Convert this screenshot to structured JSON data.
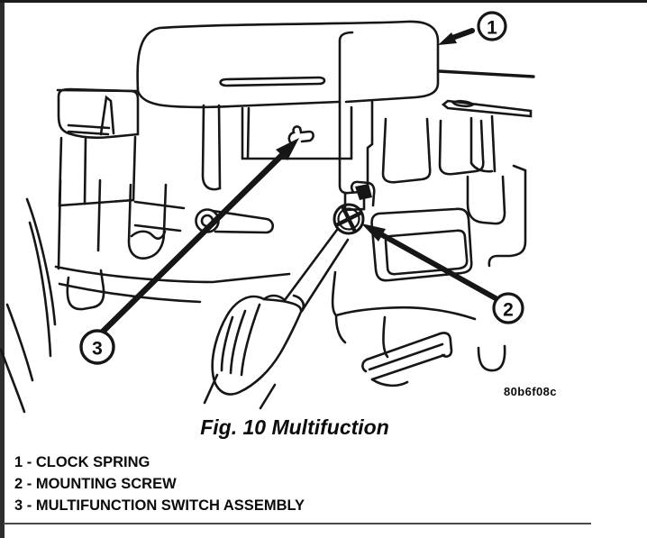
{
  "page": {
    "background": "#ffffff",
    "line_color": "#161616",
    "left_border_color": "#2e2e2e",
    "top_border_color": "#1c1c1c",
    "bottom_rule_color": "#4a4a4a"
  },
  "figure": {
    "caption": "Fig. 10 Multifuction",
    "image_code": "80b6f08c",
    "callouts": [
      {
        "number": "1"
      },
      {
        "number": "2"
      },
      {
        "number": "3"
      }
    ],
    "legend": [
      {
        "text": "1 - CLOCK SPRING"
      },
      {
        "text": "2 - MOUNTING SCREW"
      },
      {
        "text": "3 - MULTIFUNCTION SWITCH ASSEMBLY"
      }
    ]
  }
}
